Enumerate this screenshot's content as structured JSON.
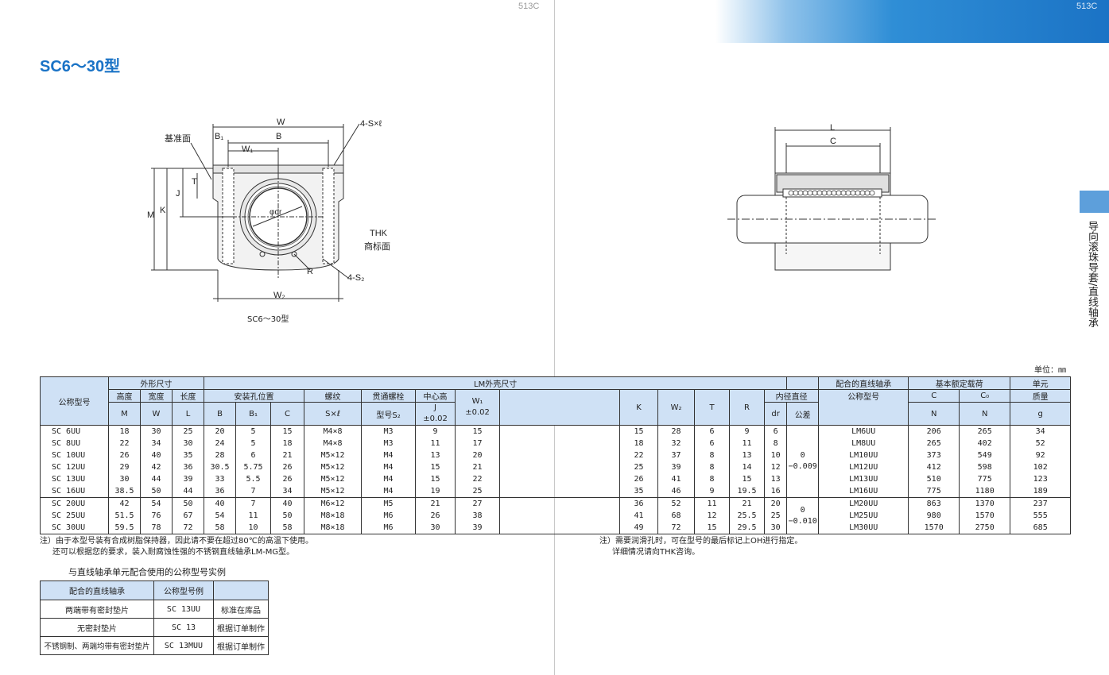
{
  "header": {
    "page_left": "513C",
    "page_right": "513C"
  },
  "title": "SC6～30型",
  "side_label": "导向滚珠导套/直线轴承",
  "drawing_left": {
    "caption": "SC6～30型",
    "labels": {
      "W": "W",
      "B": "B",
      "B1": "B₁",
      "W1": "W₁",
      "ref": "基准面",
      "holes": "4-S×ℓ",
      "T": "T",
      "J": "J",
      "K": "K",
      "M": "M",
      "dr": "φdr",
      "thk1": "THK",
      "thk2": "商标面",
      "R": "R",
      "S2": "4-S₂",
      "W2": "W₂"
    }
  },
  "drawing_right": {
    "labels": {
      "L": "L",
      "C": "C"
    }
  },
  "unit": "单位：㎜",
  "table": {
    "group_headers": {
      "model": "公称型号",
      "outer": "外形尺寸",
      "lm": "LM外壳尺寸",
      "bearing": "配合的直线轴承",
      "bearing2": "公称型号",
      "load": "基本额定载荷",
      "mass": "单元",
      "mass2": "质量"
    },
    "sub_headers": {
      "height": "高度",
      "width": "宽度",
      "length": "长度",
      "mount": "安装孔位置",
      "thread": "螺纹",
      "bolt": "贯通螺栓",
      "center": "中心高",
      "bore": "内径直径",
      "tol": "公差",
      "M": "M",
      "W": "W",
      "L": "L",
      "B": "B",
      "B1": "B₁",
      "C": "C",
      "SxL": "S×ℓ",
      "S2": "型号S₂",
      "J": "J",
      "Jtol": "±0.02",
      "W1": "W₁",
      "W1tol": "±0.02",
      "K": "K",
      "W2": "W₂",
      "T": "T",
      "R": "R",
      "dr": "dr",
      "Cdyn": "C",
      "C0": "C₀",
      "N1": "N",
      "N2": "N",
      "g": "g"
    },
    "tolerances": {
      "a_top": "0",
      "a_bot": "−0.009",
      "b_top": "0",
      "b_bot": "−0.010"
    },
    "rows": [
      {
        "model": "SC 6UU",
        "M": "18",
        "W": "30",
        "L": "25",
        "B": "20",
        "B1": "5",
        "C": "15",
        "SxL": "M4×8",
        "S2": "M3",
        "J": "9",
        "W1": "15",
        "K": "15",
        "W2": "28",
        "T": "6",
        "R": "9",
        "dr": "6",
        "bearing": "LM6UU",
        "Cd": "206",
        "C0": "265",
        "mass": "34"
      },
      {
        "model": "SC 8UU",
        "M": "22",
        "W": "34",
        "L": "30",
        "B": "24",
        "B1": "5",
        "C": "18",
        "SxL": "M4×8",
        "S2": "M3",
        "J": "11",
        "W1": "17",
        "K": "18",
        "W2": "32",
        "T": "6",
        "R": "11",
        "dr": "8",
        "bearing": "LM8UU",
        "Cd": "265",
        "C0": "402",
        "mass": "52"
      },
      {
        "model": "SC 10UU",
        "M": "26",
        "W": "40",
        "L": "35",
        "B": "28",
        "B1": "6",
        "C": "21",
        "SxL": "M5×12",
        "S2": "M4",
        "J": "13",
        "W1": "20",
        "K": "22",
        "W2": "37",
        "T": "8",
        "R": "13",
        "dr": "10",
        "bearing": "LM10UU",
        "Cd": "373",
        "C0": "549",
        "mass": "92"
      },
      {
        "model": "SC 12UU",
        "M": "29",
        "W": "42",
        "L": "36",
        "B": "30.5",
        "B1": "5.75",
        "C": "26",
        "SxL": "M5×12",
        "S2": "M4",
        "J": "15",
        "W1": "21",
        "K": "25",
        "W2": "39",
        "T": "8",
        "R": "14",
        "dr": "12",
        "bearing": "LM12UU",
        "Cd": "412",
        "C0": "598",
        "mass": "102"
      },
      {
        "model": "SC 13UU",
        "M": "30",
        "W": "44",
        "L": "39",
        "B": "33",
        "B1": "5.5",
        "C": "26",
        "SxL": "M5×12",
        "S2": "M4",
        "J": "15",
        "W1": "22",
        "K": "26",
        "W2": "41",
        "T": "8",
        "R": "15",
        "dr": "13",
        "bearing": "LM13UU",
        "Cd": "510",
        "C0": "775",
        "mass": "123"
      },
      {
        "model": "SC 16UU",
        "M": "38.5",
        "W": "50",
        "L": "44",
        "B": "36",
        "B1": "7",
        "C": "34",
        "SxL": "M5×12",
        "S2": "M4",
        "J": "19",
        "W1": "25",
        "K": "35",
        "W2": "46",
        "T": "9",
        "R": "19.5",
        "dr": "16",
        "bearing": "LM16UU",
        "Cd": "775",
        "C0": "1180",
        "mass": "189"
      },
      {
        "model": "SC 20UU",
        "M": "42",
        "W": "54",
        "L": "50",
        "B": "40",
        "B1": "7",
        "C": "40",
        "SxL": "M6×12",
        "S2": "M5",
        "J": "21",
        "W1": "27",
        "K": "36",
        "W2": "52",
        "T": "11",
        "R": "21",
        "dr": "20",
        "bearing": "LM20UU",
        "Cd": "863",
        "C0": "1370",
        "mass": "237"
      },
      {
        "model": "SC 25UU",
        "M": "51.5",
        "W": "76",
        "L": "67",
        "B": "54",
        "B1": "11",
        "C": "50",
        "SxL": "M8×18",
        "S2": "M6",
        "J": "26",
        "W1": "38",
        "K": "41",
        "W2": "68",
        "T": "12",
        "R": "25.5",
        "dr": "25",
        "bearing": "LM25UU",
        "Cd": "980",
        "C0": "1570",
        "mass": "555"
      },
      {
        "model": "SC 30UU",
        "M": "59.5",
        "W": "78",
        "L": "72",
        "B": "58",
        "B1": "10",
        "C": "58",
        "SxL": "M8×18",
        "S2": "M6",
        "J": "30",
        "W1": "39",
        "K": "49",
        "W2": "72",
        "T": "15",
        "R": "29.5",
        "dr": "30",
        "bearing": "LM30UU",
        "Cd": "1570",
        "C0": "2750",
        "mass": "685"
      }
    ]
  },
  "notes": {
    "left1": "注）由于本型号装有合成树脂保持器，因此请不要在超过80℃的高温下使用。",
    "left2": "还可以根据您的要求，装入耐腐蚀性强的不锈钢直线轴承LM-MG型。",
    "right1": "注）需要润滑孔时，可在型号的最后标记上OH进行指定。",
    "right2": "详细情况请向THK咨询。"
  },
  "example": {
    "title": "与直线轴承单元配合使用的公称型号实例",
    "headers": [
      "配合的直线轴承",
      "公称型号例",
      ""
    ],
    "rows": [
      [
        "两端带有密封垫片",
        "SC 13UU",
        "标准在库品"
      ],
      [
        "无密封垫片",
        "SC 13",
        "根据订单制作"
      ],
      [
        "不锈钢制、两端均带有密封垫片",
        "SC 13MUU",
        "根据订单制作"
      ]
    ]
  }
}
